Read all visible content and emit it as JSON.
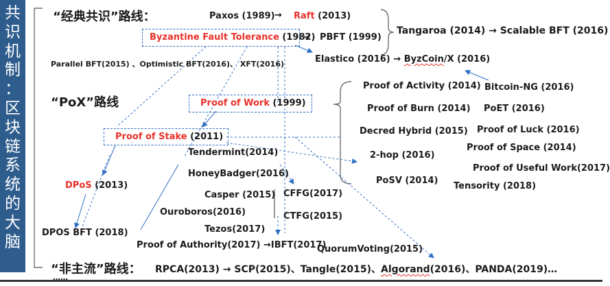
{
  "sidebar": {
    "title_chars": [
      "共",
      "识",
      "机",
      "制",
      "：",
      "区",
      "块",
      "链",
      "系",
      "统",
      "的",
      "大",
      "脑"
    ]
  },
  "sections": {
    "classic": "“经典共识”路线：",
    "pox": "“PoX”路线",
    "nonmain": "“非主流”路线："
  },
  "nodes": {
    "paxos": "Paxos (1989)",
    "arrow1": "→",
    "raft": "Raft",
    "raft_year": " (2013)",
    "bft": "Byzantine Fault Tolerance",
    "bft_year": " (1982)",
    "arrow2": "→",
    "pbft": "PBFT (1999)",
    "tangaroa": "Tangaroa (2014) → Scalable BFT (2016)",
    "parallel": "Parallel BFT(2015) 、Optimistic BFT(2016)、 XFT(2016)",
    "elastico": "Elastico (2016) → ",
    "byzcoin": "ByzCoin",
    "byzcoin_suffix": "/X (2016)",
    "pow": "Proof of Work",
    "pow_year": " (1999)",
    "pos": "Proof of Stake",
    "pos_year": " (2011)",
    "activity": "Proof of Activity (2014)",
    "bitcoin_ng": "Bitcoin-NG (2016)",
    "burn": "Proof of Burn (2014)",
    "poet": "PoET (2016)",
    "decred": "Decred Hybrid (2015)",
    "luck": "Proof of Luck (2016)",
    "space": "Proof of Space (2014)",
    "twohop": "2-hop (2016)",
    "useful": "Proof of Useful Work(2017)",
    "posv": "PoSV (2014)",
    "tensority": "Tensority (2018)",
    "tendermint": "Tendermint(2014)",
    "honeybadger": "HoneyBadger(2016)",
    "dpos": "DPoS",
    "dpos_year": " (2013)",
    "casper": "Casper (2015)",
    "cffg": "CFFG(2017)",
    "ouroboros": "Ouroboros(2016)",
    "ctfg": "CTFG(2015)",
    "dpos_bft": "DPOS BFT (2018)",
    "tezos": "Tezos(2017)",
    "authority": "Proof of Authority(2017) →IBFT(2017)",
    "quorum": "QuorumVoting(2015)",
    "nonmain_a": "RPCA(2013) → SCP(2015)、Tangle(2015)、",
    "algorand": "Algorand",
    "nonmain_b": "(2016)、PANDA(2019)…",
    "ellipsis": "……"
  },
  "colors": {
    "sidebar": "#2e5d8d",
    "highlight": "#e8302a",
    "arrow": "#2f6fc4"
  }
}
